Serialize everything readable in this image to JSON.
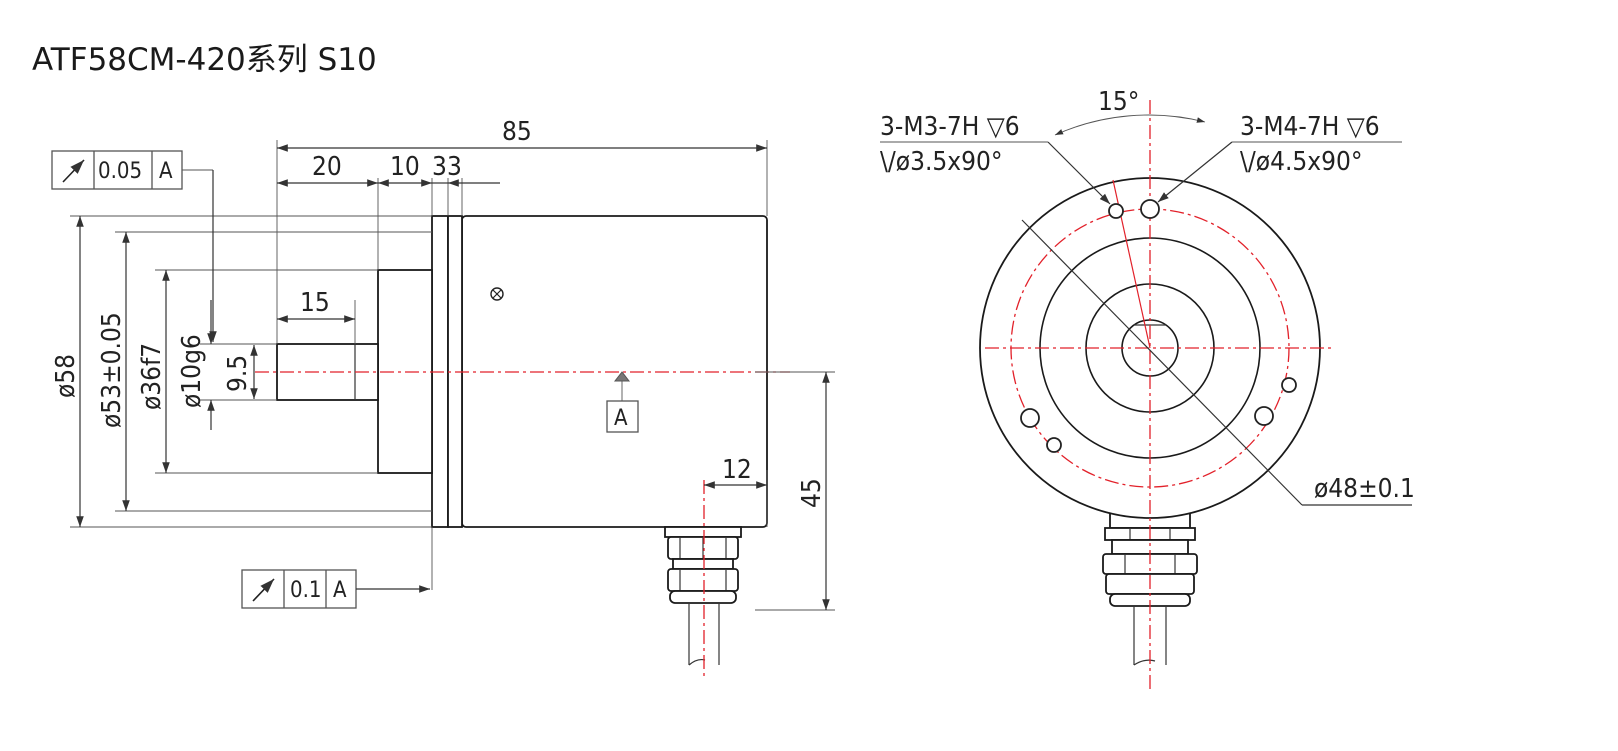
{
  "title": "ATF58CM-420系列 S10",
  "side_view": {
    "dims": {
      "length_total": "85",
      "flange_offset": "20",
      "flange_width": "10",
      "step_a": "3",
      "step_b": "3",
      "shaft_length": "15",
      "dia_body": "ø58",
      "dia_spigot_outer": "ø53±0.05",
      "dia_spigot": "ø36f7",
      "dia_shaft": "ø10g6",
      "shaft_flat": "9.5",
      "cable_height": "45",
      "cable_offset": "12"
    },
    "tolerance_top": {
      "value": "0.05",
      "datum": "A"
    },
    "tolerance_bottom": {
      "value": "0.1",
      "datum": "A"
    },
    "datum_label": "A"
  },
  "front_view": {
    "hole_m3_line1": "3-M3-7H ▽6",
    "hole_m3_line2": "\\/ø3.5x90°",
    "hole_m4_line1": "3-M4-7H ▽6",
    "hole_m4_line2": "\\/ø4.5x90°",
    "angle": "15°",
    "pitch_circle": "ø48±0.1"
  }
}
